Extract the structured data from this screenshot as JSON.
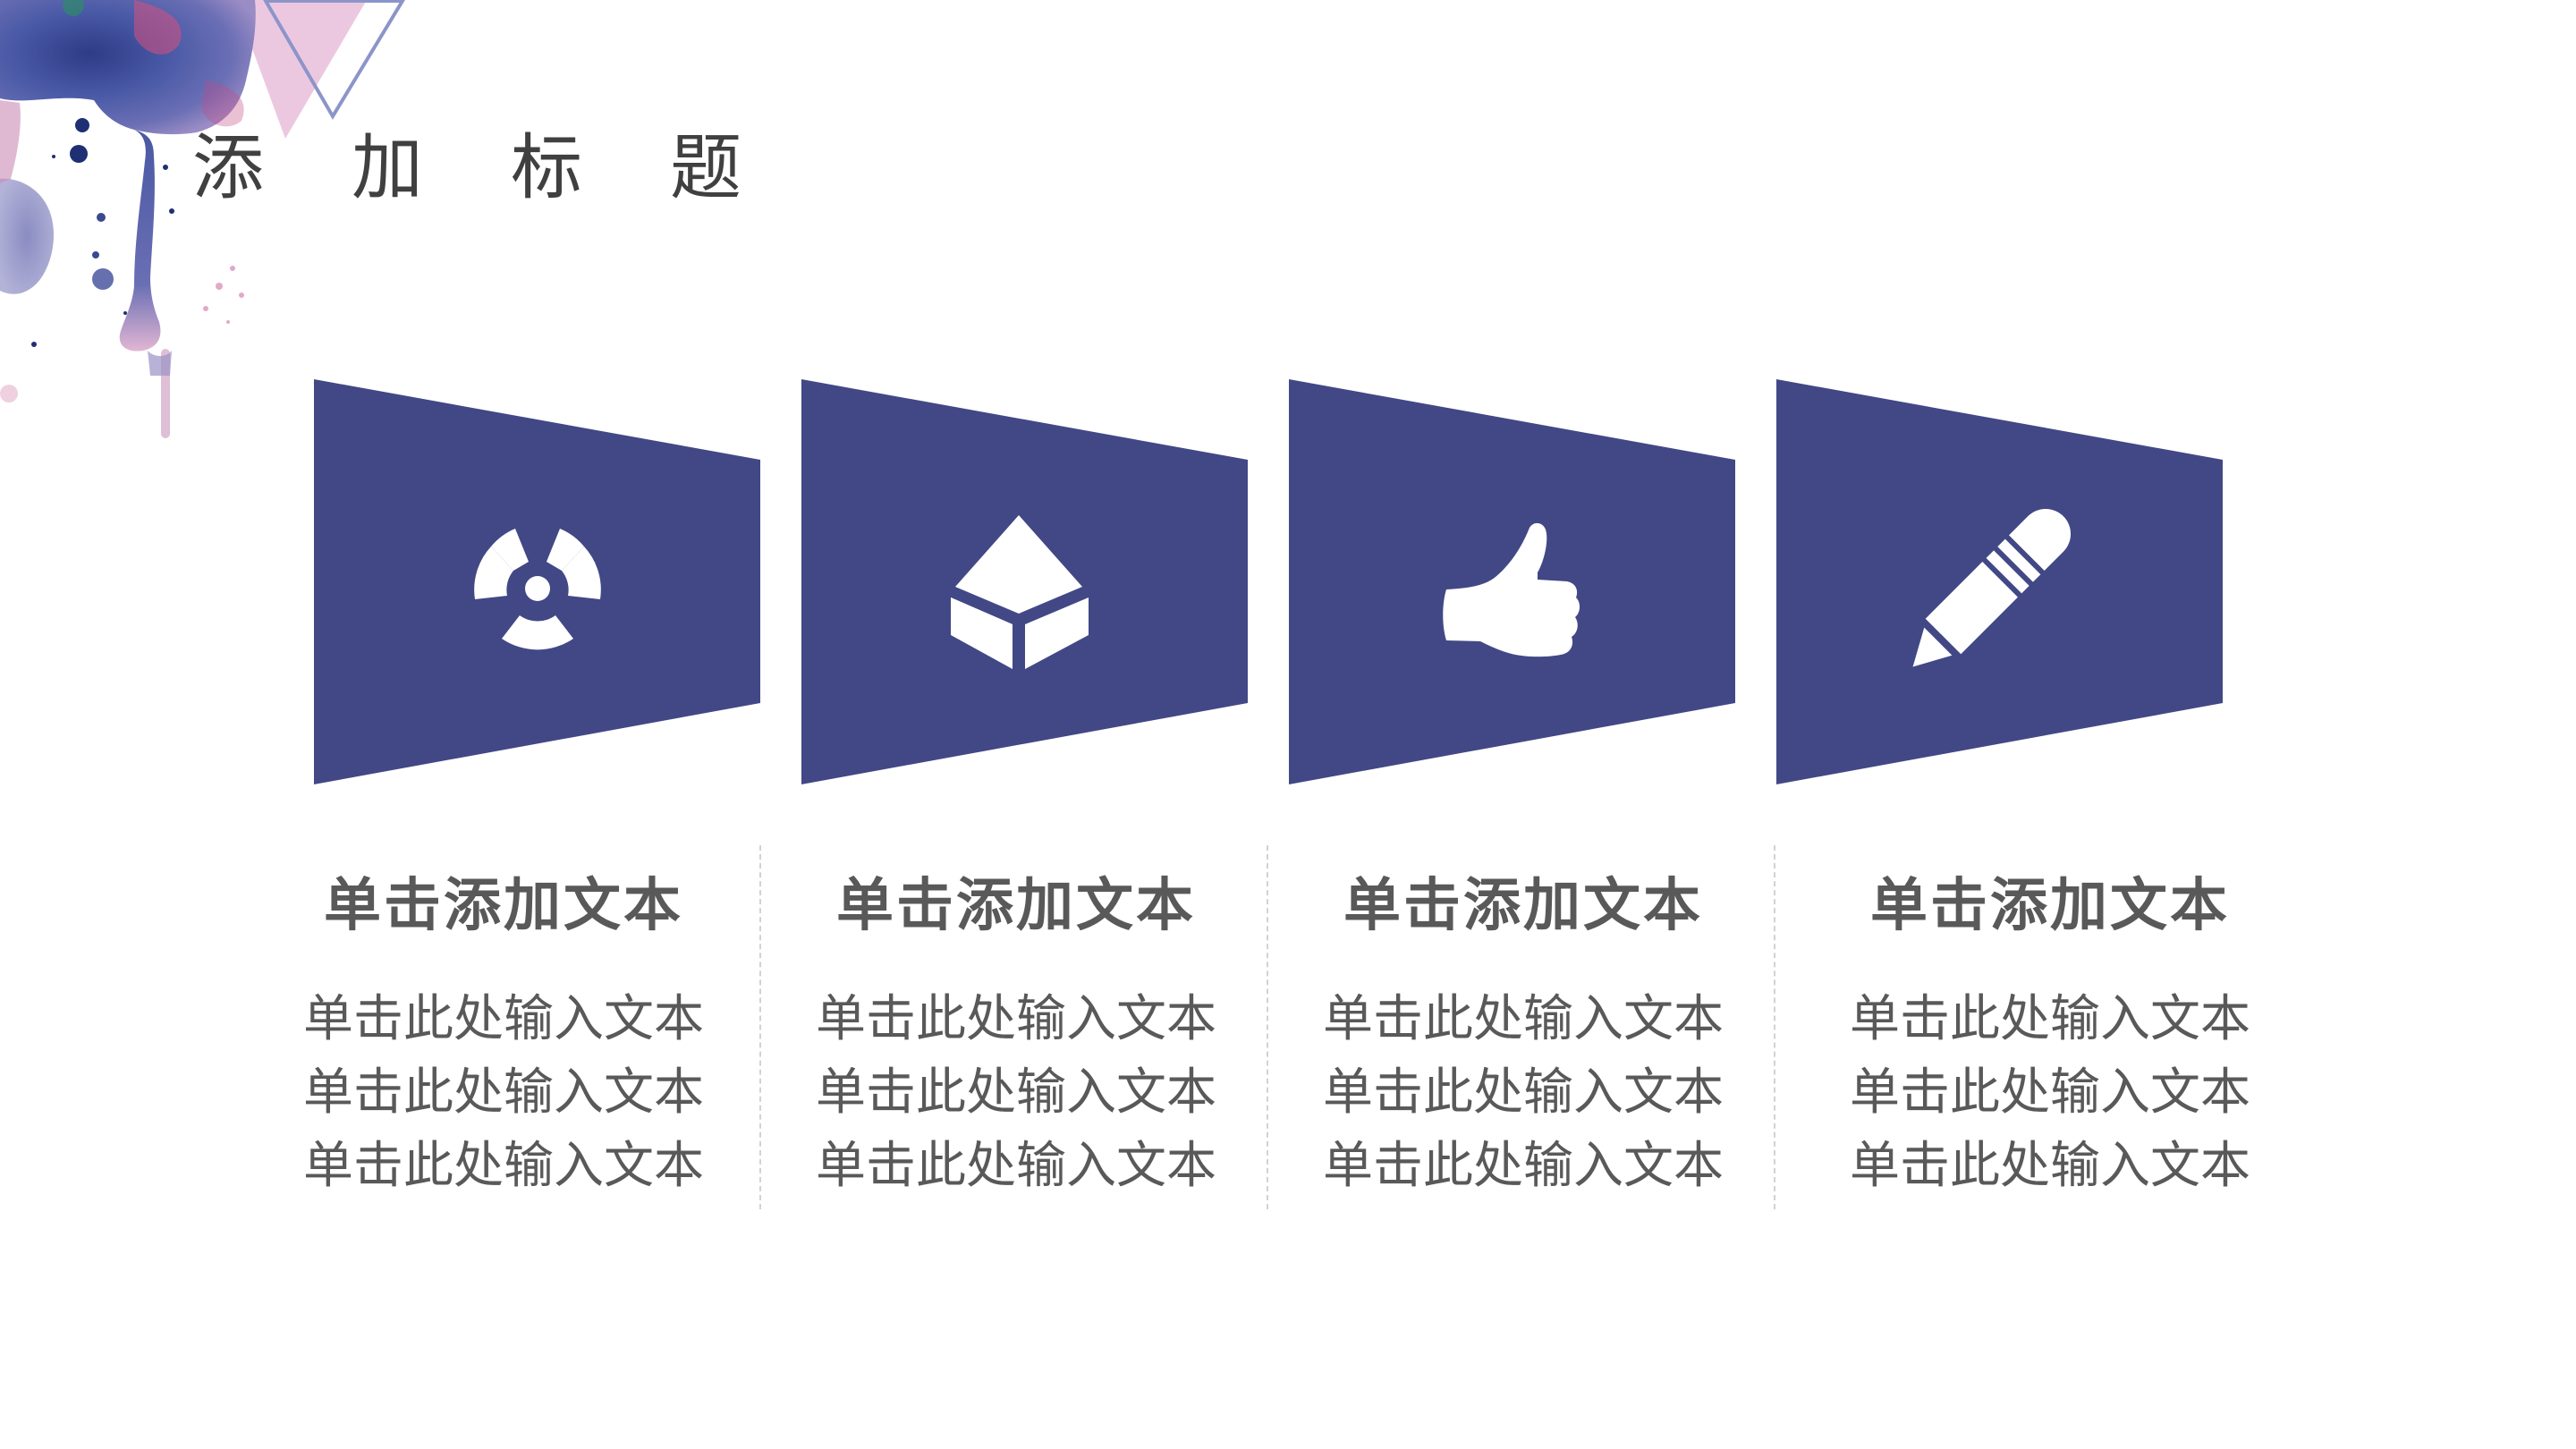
{
  "slide": {
    "title": "添加标题",
    "colors": {
      "panel": "#414885",
      "text_heading": "#595959",
      "text_body": "#595959",
      "title": "#404040",
      "triangle_fill": "#ecc8e0",
      "triangle_outline": "#8c95c9",
      "divider": "#d2d2d2"
    }
  },
  "panels": [
    {
      "icon": "radiation-icon"
    },
    {
      "icon": "cube-icon"
    },
    {
      "icon": "thumbs-up-icon"
    },
    {
      "icon": "pencil-icon"
    }
  ],
  "columns": [
    {
      "heading": "单击添加文本",
      "lines": [
        "单击此处输入文本",
        "单击此处输入文本",
        "单击此处输入文本"
      ]
    },
    {
      "heading": "单击添加文本",
      "lines": [
        "单击此处输入文本",
        "单击此处输入文本",
        "单击此处输入文本"
      ]
    },
    {
      "heading": "单击添加文本",
      "lines": [
        "单击此处输入文本",
        "单击此处输入文本",
        "单击此处输入文本"
      ]
    },
    {
      "heading": "单击添加文本",
      "lines": [
        "单击此处输入文本",
        "单击此处输入文本",
        "单击此处输入文本"
      ]
    }
  ]
}
